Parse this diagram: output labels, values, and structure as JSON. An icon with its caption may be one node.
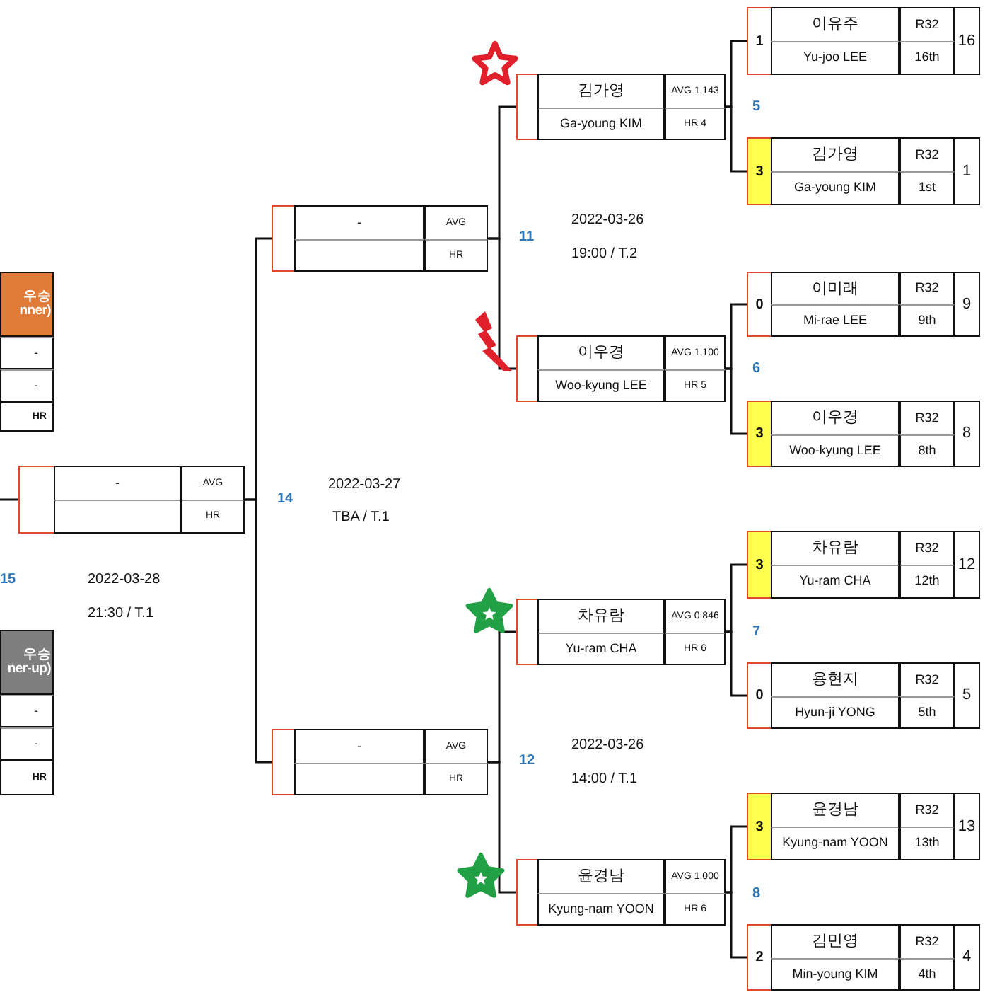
{
  "diagram": {
    "nodes": [
      {
        "text": [
          "우승 nner)",
          "-",
          "-",
          "HR"
        ]
      },
      {
        "text": [
          "우승 ner-up)",
          "-",
          "-",
          "HR"
        ]
      },
      {
        "text": [
          "-",
          "AVG",
          "HR"
        ]
      },
      {
        "text": [
          "-",
          "AVG",
          "HR"
        ]
      },
      {
        "text": [
          "-",
          "AVG",
          "HR"
        ]
      },
      {
        "text": [
          "김가영",
          "Ga-young KIM",
          "AVG 1.143",
          "HR 4"
        ]
      },
      {
        "text": [
          "이우경",
          "Woo-kyung LEE",
          "AVG 1.100",
          "HR 5"
        ]
      },
      {
        "text": [
          "차유람",
          "Yu-ram CHA",
          "AVG 0.846",
          "HR 6"
        ]
      },
      {
        "text": [
          "윤경남",
          "Kyung-nam YOON",
          "AVG 1.000",
          "HR 6"
        ]
      },
      {
        "text": [
          "1",
          "이유주",
          "Yu-joo LEE",
          "R32",
          "16th",
          "16"
        ]
      },
      {
        "text": [
          "3",
          "김가영",
          "Ga-young KIM",
          "R32",
          "1st",
          "1"
        ]
      },
      {
        "text": [
          "0",
          "이미래",
          "Mi-rae LEE",
          "R32",
          "9th",
          "9"
        ]
      },
      {
        "text": [
          "3",
          "이우경",
          "Woo-kyung LEE",
          "R32",
          "8th",
          "8"
        ]
      },
      {
        "text": [
          "3",
          "차유람",
          "Yu-ram CHA",
          "R32",
          "12th",
          "12"
        ]
      },
      {
        "text": [
          "0",
          "용현지",
          "Hyun-ji YONG",
          "R32",
          "5th",
          "5"
        ]
      },
      {
        "text": [
          "3",
          "윤경남",
          "Kyung-nam YOON",
          "R32",
          "13th",
          "13"
        ]
      },
      {
        "text": [
          "2",
          "김민영",
          "Min-young KIM",
          "R32",
          "4th",
          "4"
        ]
      }
    ],
    "edges": [
      {
        "from": 9,
        "to": 5,
        "arrow": "none"
      },
      {
        "from": 10,
        "to": 5,
        "arrow": "none"
      },
      {
        "from": 11,
        "to": 6,
        "arrow": "none"
      },
      {
        "from": 12,
        "to": 6,
        "arrow": "none"
      },
      {
        "from": 13,
        "to": 7,
        "arrow": "none"
      },
      {
        "from": 14,
        "to": 7,
        "arrow": "none"
      },
      {
        "from": 15,
        "to": 8,
        "arrow": "none"
      },
      {
        "from": 16,
        "to": 8,
        "arrow": "none"
      },
      {
        "from": 5,
        "to": 3,
        "arrow": "none"
      },
      {
        "from": 6,
        "to": 3,
        "arrow": "none"
      },
      {
        "from": 7,
        "to": 4,
        "arrow": "none"
      },
      {
        "from": 8,
        "to": 4,
        "arrow": "none"
      },
      {
        "from": 3,
        "to": 2,
        "arrow": "none"
      },
      {
        "from": 4,
        "to": 2,
        "arrow": "none"
      },
      {
        "from": 2,
        "to": null,
        "arrow": "none"
      }
    ],
    "labels": [
      "5",
      "2022-03-26",
      "11",
      "19:00 /  T.2",
      "6",
      "14",
      "2022-03-27",
      "TBA /  T.1",
      "15",
      "2022-03-28",
      "21:30 /  T.1",
      "7",
      "2022-03-26",
      "12",
      "14:00 /  T.1",
      "8"
    ]
  }
}
